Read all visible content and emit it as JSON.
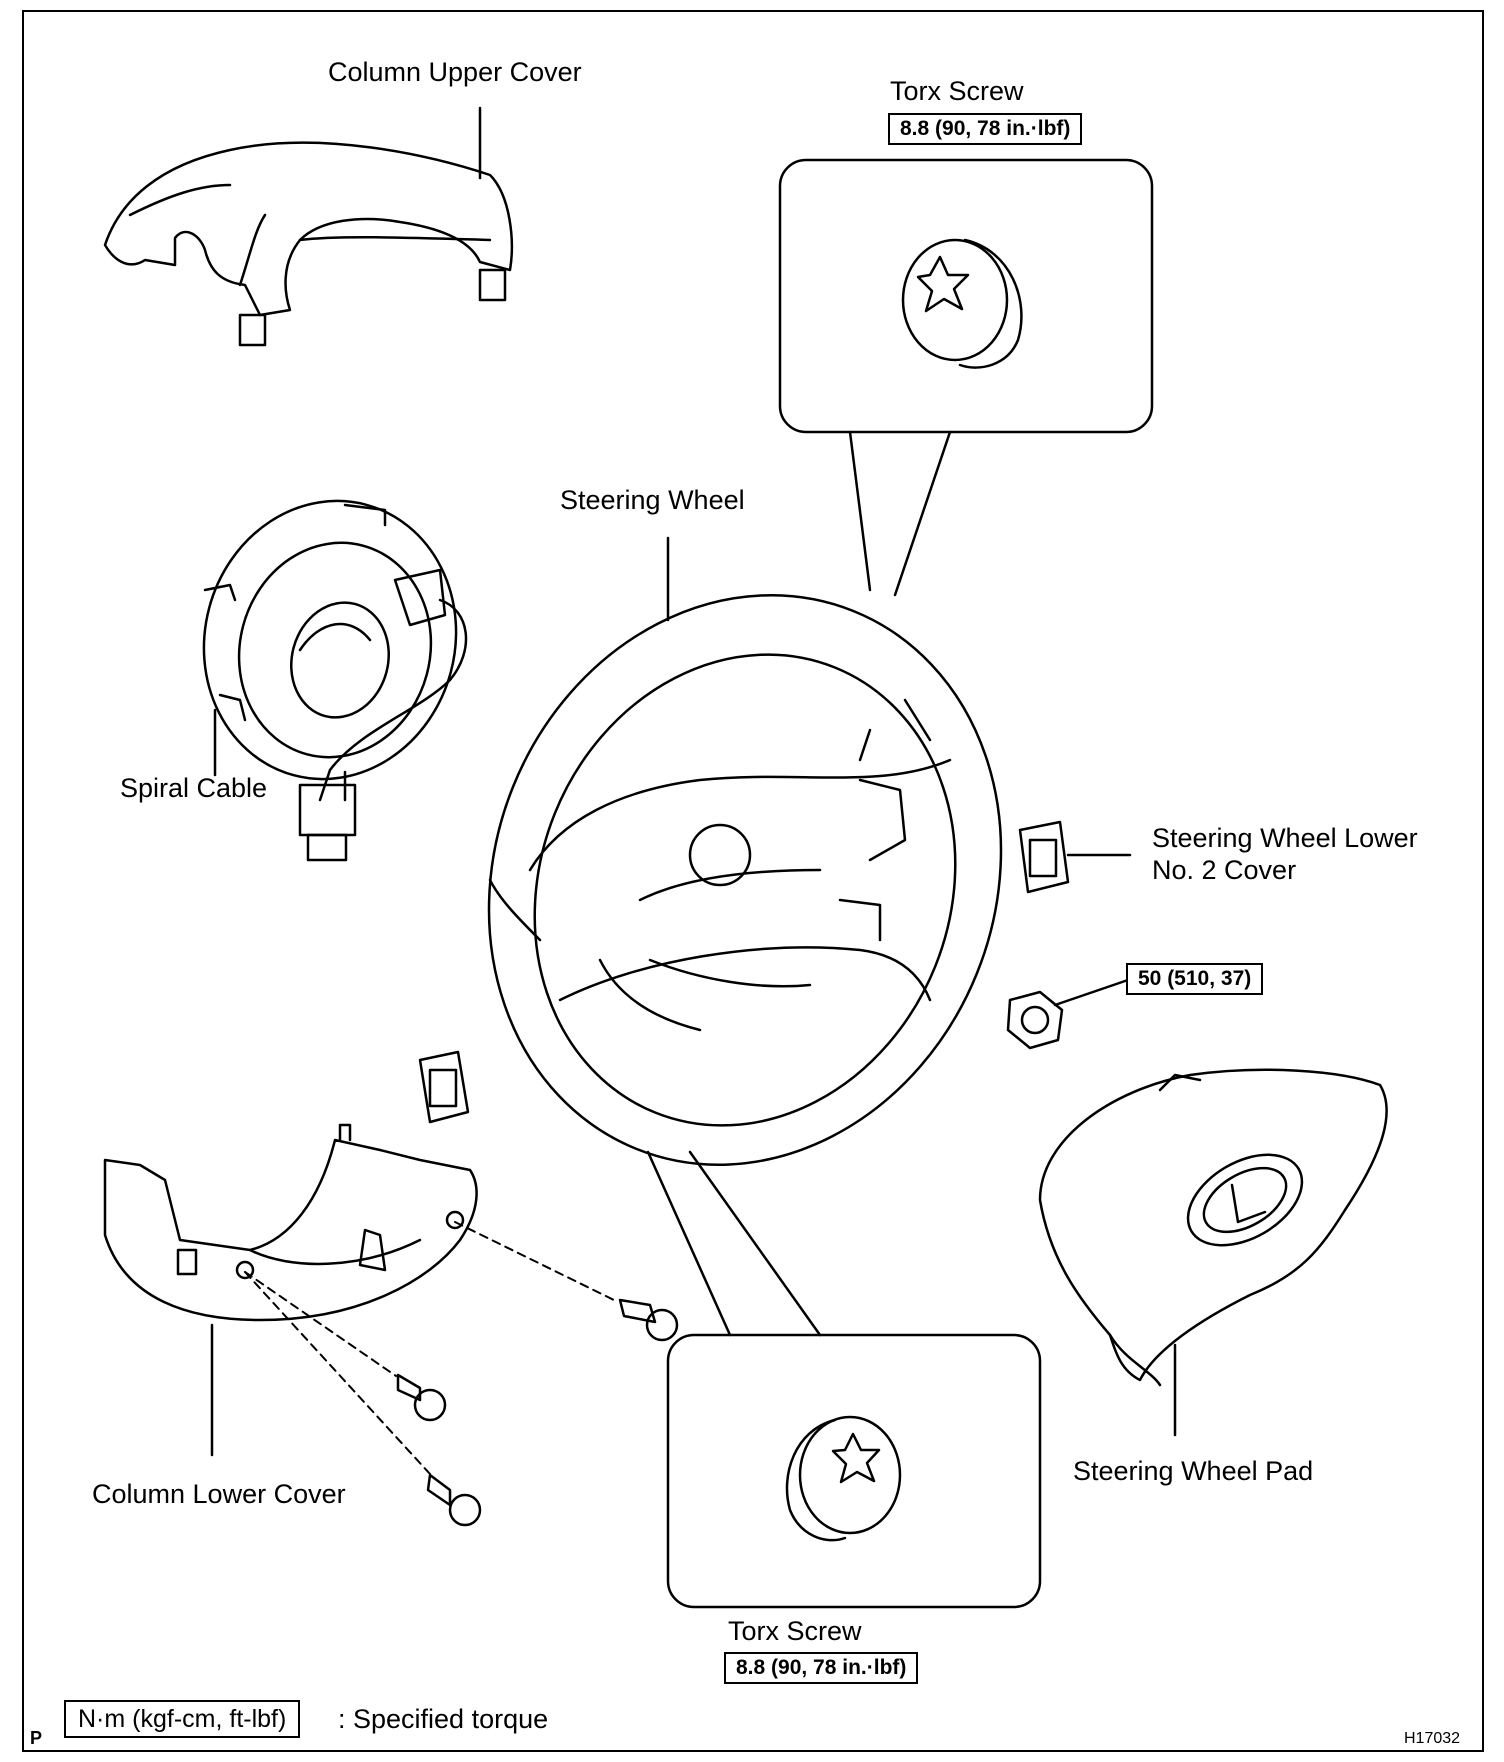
{
  "labels": {
    "column_upper_cover": "Column Upper Cover",
    "torx_screw_top": "Torx Screw",
    "steering_wheel": "Steering Wheel",
    "spiral_cable": "Spiral Cable",
    "steering_wheel_lower_no2_cover_line1": "Steering Wheel Lower",
    "steering_wheel_lower_no2_cover_line2": "No. 2 Cover",
    "column_lower_cover": "Column Lower Cover",
    "steering_wheel_pad": "Steering Wheel Pad",
    "torx_screw_bottom": "Torx Screw"
  },
  "torques": {
    "torx_top": "8.8 (90, 78 in.·lbf)",
    "nut": "50 (510, 37)",
    "torx_bottom": "8.8 (90, 78 in.·lbf)"
  },
  "legend": {
    "box_text": "N·m (kgf-cm, ft-lbf)",
    "description": ": Specified torque"
  },
  "corner": {
    "left": "P",
    "right": "H17032"
  }
}
